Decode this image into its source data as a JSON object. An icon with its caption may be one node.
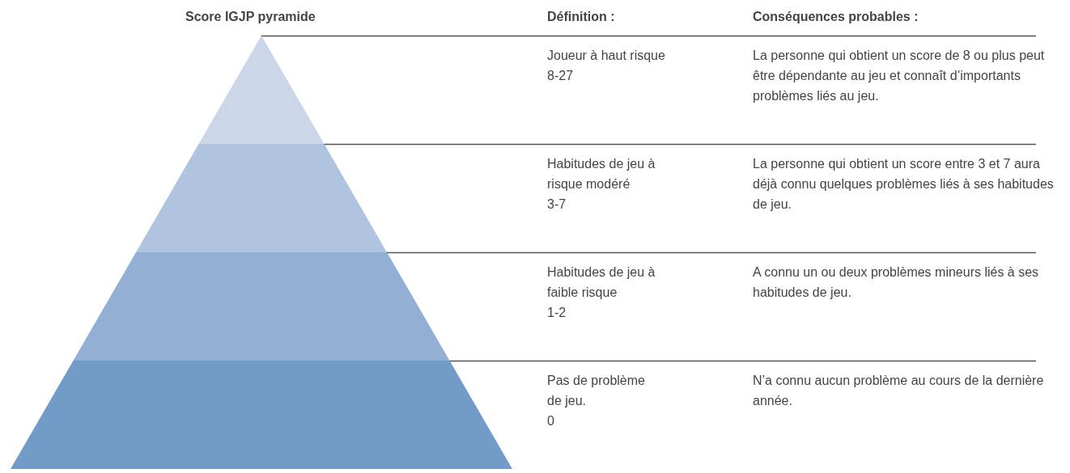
{
  "diagram": {
    "labels": [
      "Score IGJP pyramide",
      "Définition :",
      "Conséquences probables :",
      "Joueur à haut risque",
      "8-27",
      "La personne qui obtient un score de 8 ou plus peut être dépendante au jeu et connaît d’importants problèmes liés au jeu.",
      "Habitudes de jeu à risque modéré",
      "3-7",
      "La personne qui obtient un score entre 3 et 7 aura déjà connu quelques problèmes liés à ses habitudes de jeu.",
      "Habitudes de jeu à faible risque",
      "1-2",
      "A connu un ou deux problèmes mineurs liés à ses habitudes de jeu.",
      "Pas de problème de jeu.",
      "0",
      "N’a connu aucun problème au cours de la dernière année."
    ]
  }
}
